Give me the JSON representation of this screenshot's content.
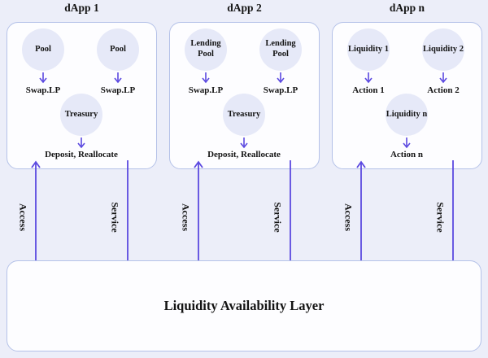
{
  "diagram": {
    "dapps": [
      {
        "title": "dApp 1",
        "top_nodes": [
          {
            "circle": "Pool",
            "action": "Swap.LP"
          },
          {
            "circle": "Pool",
            "action": "Swap.LP"
          }
        ],
        "bottom_node": {
          "circle": "Treasury",
          "action": "Deposit, Reallocate"
        }
      },
      {
        "title": "dApp 2",
        "top_nodes": [
          {
            "circle": "Lending Pool",
            "action": "Swap.LP"
          },
          {
            "circle": "Lending Pool",
            "action": "Swap.LP"
          }
        ],
        "bottom_node": {
          "circle": "Treasury",
          "action": "Deposit, Reallocate"
        }
      },
      {
        "title": "dApp n",
        "top_nodes": [
          {
            "circle": "Liquidity 1",
            "action": "Action 1"
          },
          {
            "circle": "Liquidity 2",
            "action": "Action 2"
          }
        ],
        "bottom_node": {
          "circle": "Liquidity n",
          "action": "Action n"
        }
      }
    ],
    "connectors": {
      "access_label": "Access",
      "service_label": "Service"
    },
    "bottom_layer": {
      "title": "Liquidity Availability Layer"
    },
    "colors": {
      "arrow": "#5b49e0",
      "circle_fill": "#e6e9f8",
      "box_border": "#b5c2e8",
      "box_background": "#fdfdff",
      "page_background": "#eceef9",
      "text": "#141414"
    }
  }
}
